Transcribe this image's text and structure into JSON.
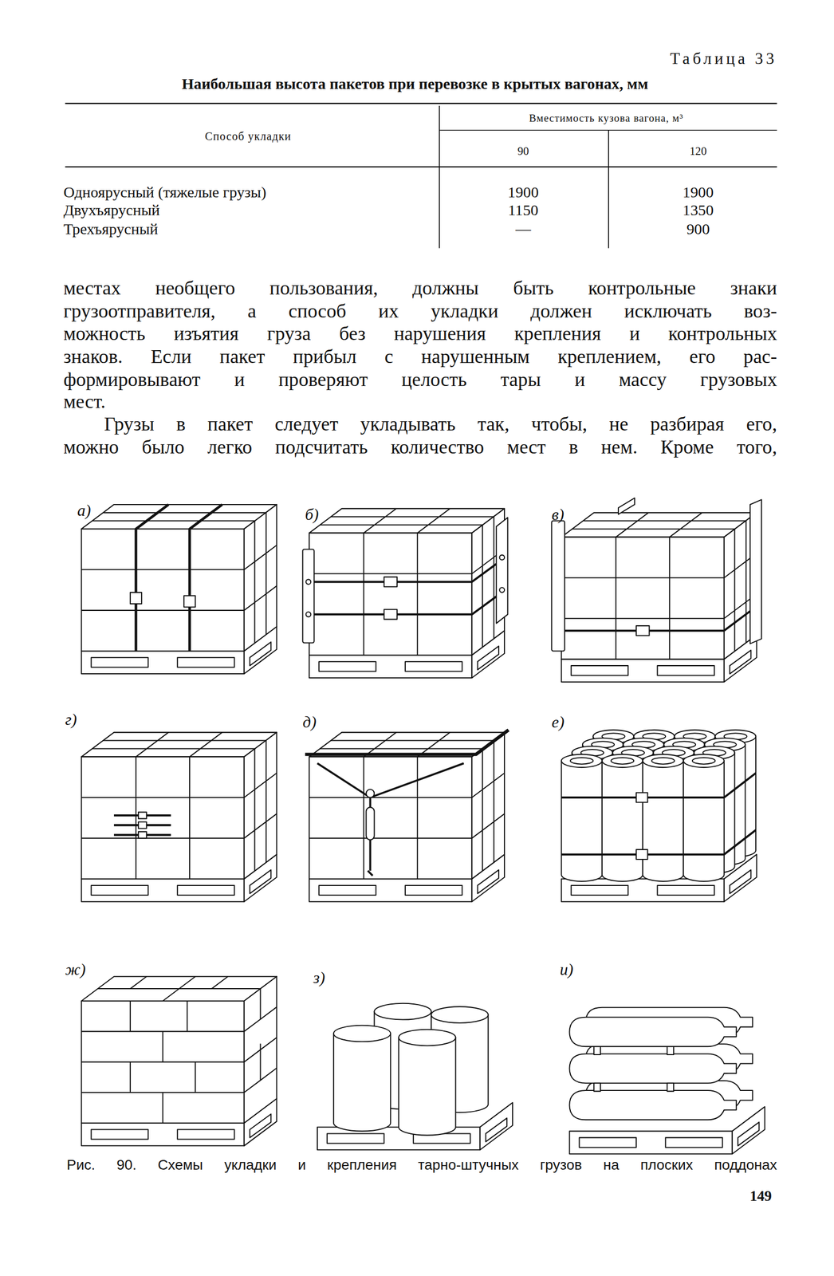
{
  "diagram": {
    "title": "Наибольшая высота пакетов при перевозке в крытых вагонах, мм",
    "caption": "Рис. 90. Схемы укладки и крепления тарно-штучных грузов на плоских поддонах",
    "labels": [
      "Таблица 33",
      "Способ укладки",
      "Вместимость кузова вагона, м³",
      "90",
      "120",
      "Одноярусный (тяжелые грузы)",
      "1900",
      "1900",
      "Двухъярусный",
      "1150",
      "1350",
      "Трехъярусный",
      "—",
      "900",
      "местах необщего пользования, должны быть контрольные знаки",
      "грузоотправителя, а способ их укладки должен исключать воз-",
      "можность изъятия груза без нарушения крепления и контрольных",
      "знаков. Если пакет прибыл с нарушенным креплением, его рас-",
      "формировывают и проверяют целость тары и массу грузовых",
      "мест.",
      "Грузы в пакет следует укладывать так, чтобы, не разбирая его,",
      "можно было легко подсчитать количество мест в нем. Кроме того,",
      "а)",
      "б)",
      "в)",
      "г)",
      "д)",
      "е)",
      "ж)",
      "з)",
      "и)",
      "149"
    ]
  }
}
